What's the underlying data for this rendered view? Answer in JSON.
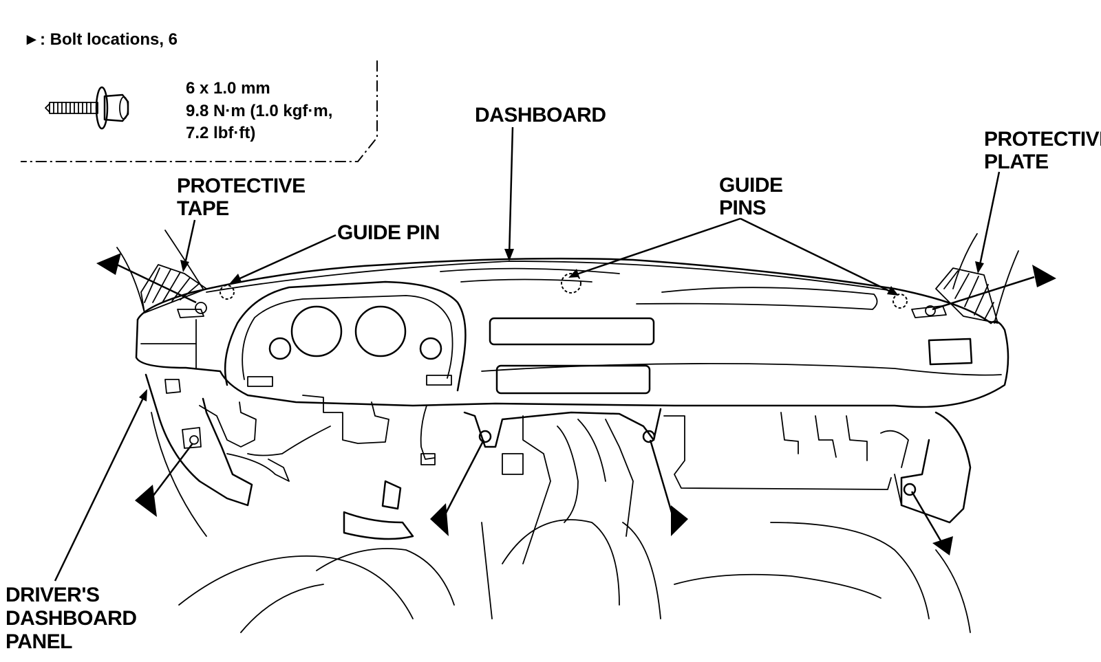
{
  "legend": {
    "symbol": "►",
    "text": ": Bolt locations, 6"
  },
  "bolt_spec": {
    "line1": "6 x 1.0 mm",
    "line2": "9.8 N·m (1.0 kgf·m,",
    "line3": "7.2 lbf·ft)"
  },
  "labels": {
    "dashboard": "DASHBOARD",
    "protective_tape": [
      "PROTECTIVE",
      "TAPE"
    ],
    "guide_pin": "GUIDE  PIN",
    "guide_pins": [
      "GUIDE",
      "PINS"
    ],
    "protective_plate": [
      "PROTECTIVE",
      "PLATE"
    ],
    "drivers_dashboard_panel": [
      "DRIVER'S",
      "DASHBOARD",
      "PANEL"
    ]
  },
  "icons": {
    "bolt": "bolt-icon",
    "bolt_marker": "triangle-marker-icon"
  }
}
